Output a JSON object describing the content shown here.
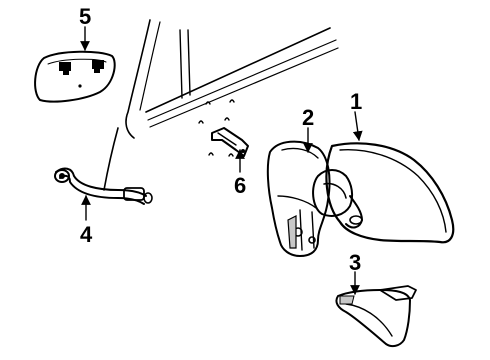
{
  "callouts": {
    "c1": "1",
    "c2": "2",
    "c3": "3",
    "c4": "4",
    "c5": "5",
    "c6": "6"
  },
  "colors": {
    "ink": "#000000",
    "paper": "#ffffff",
    "shade": "#c8c8c8"
  }
}
